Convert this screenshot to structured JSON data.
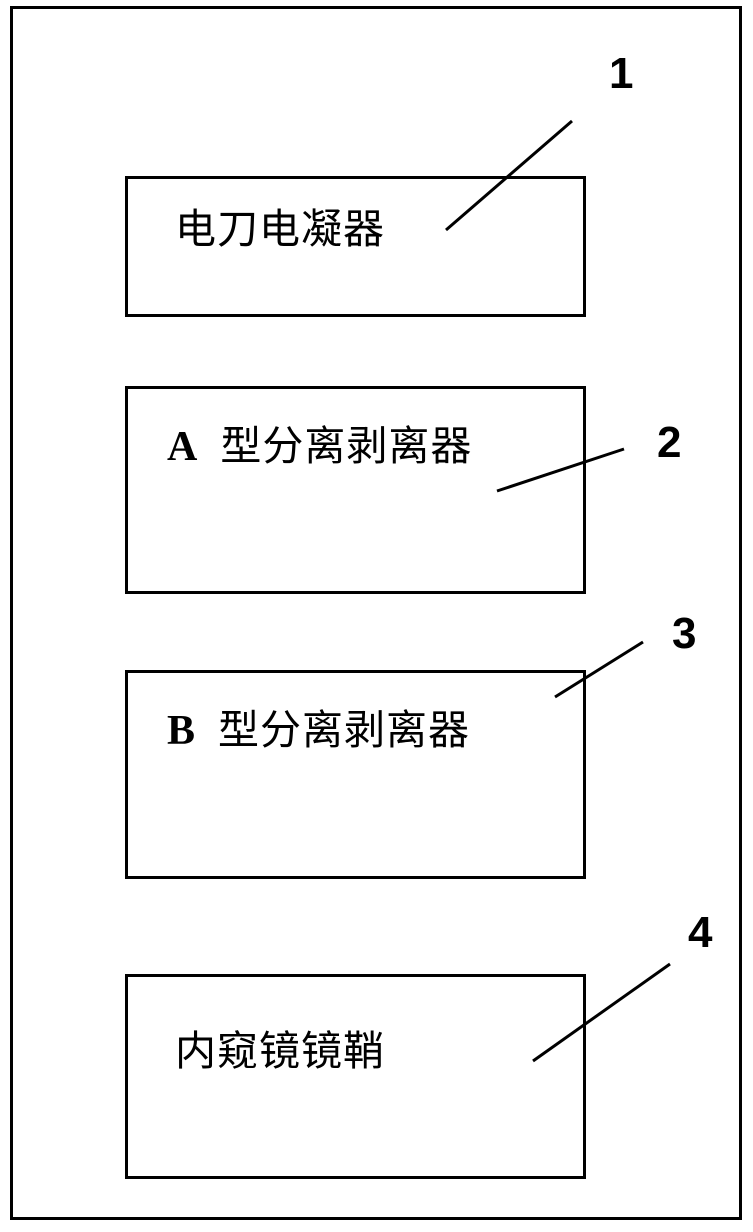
{
  "components": [
    {
      "number": "1",
      "label": "电刀电凝器"
    },
    {
      "number": "2",
      "prefix": "A",
      "label": "型分离剥离器"
    },
    {
      "number": "3",
      "prefix": "B",
      "label": "型分离剥离器"
    },
    {
      "number": "4",
      "label": "内窥镜镜鞘"
    }
  ]
}
